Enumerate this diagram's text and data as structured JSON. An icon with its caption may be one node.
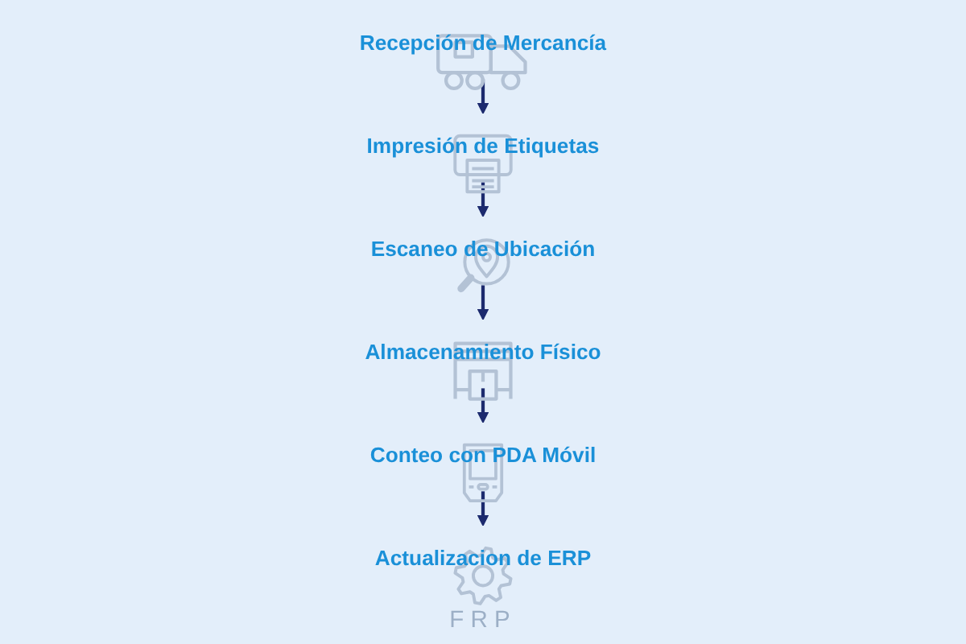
{
  "diagram": {
    "nodes": [
      {
        "text": [
          "Recepción de Mercancía"
        ]
      },
      {
        "text": [
          "Impresión de Etiquetas"
        ]
      },
      {
        "text": [
          "Almacenamiento Físico"
        ]
      },
      {
        "text": [
          "Escaneo de Ubicación"
        ]
      },
      {
        "text": [
          "Conteo con PDA Móvil"
        ]
      },
      {
        "text": [
          "Actualizacion de ERP"
        ],
        "beside": [
          "FRP"
        ]
      }
    ],
    "edges": [
      {
        "from": 0,
        "to": 1,
        "arrow": "to"
      },
      {
        "from": 1,
        "to": 3,
        "arrow": "to"
      },
      {
        "from": 3,
        "to": 2,
        "arrow": "to"
      },
      {
        "from": 2,
        "to": 4,
        "arrow": "to"
      },
      {
        "from": 4,
        "to": 5,
        "arrow": "to"
      }
    ]
  }
}
